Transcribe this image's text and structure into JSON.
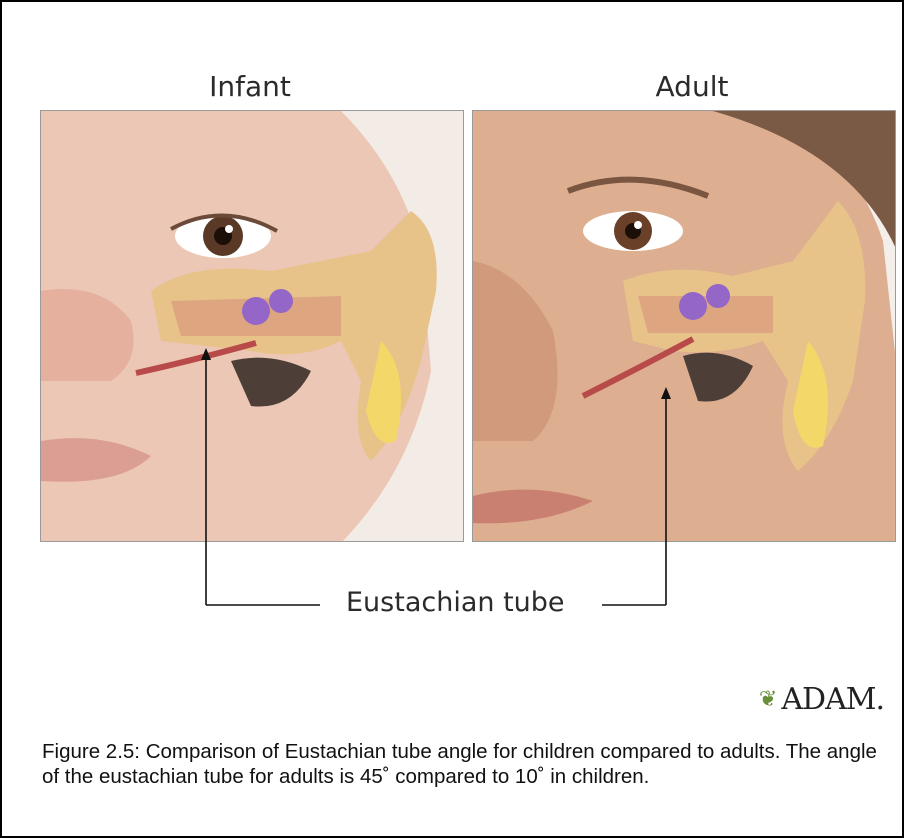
{
  "panels": [
    {
      "title": "Infant"
    },
    {
      "title": "Adult"
    }
  ],
  "label": "Eustachian tube",
  "logo": {
    "text": "ADAM.",
    "icon": "adam-leaf-icon"
  },
  "caption": "Figure 2.5: Comparison of Eustachian tube angle for children compared to adults. The angle of the eustachian tube for adults is 45˚ compared to 10˚ in children.",
  "colors": {
    "skin_infant": "#e9c8b8",
    "skin_adult": "#dcae8f",
    "bone": "#e9c78f",
    "tube": "#b84a4a",
    "ossicles": "#8f5bc6",
    "cartilage": "#f1d36b",
    "background_infant": "#efe8e2",
    "background_adult": "#f2ede8"
  }
}
